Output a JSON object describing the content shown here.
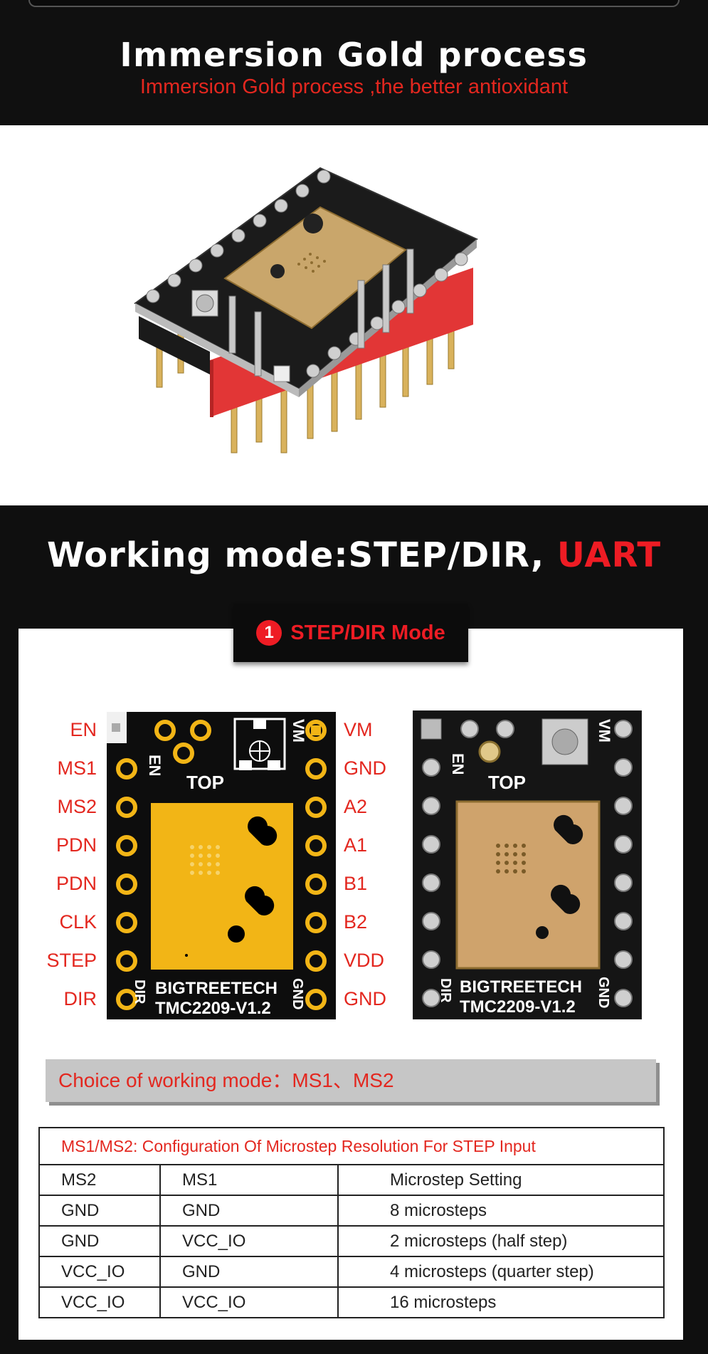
{
  "section_gold": {
    "title": "Immersion Gold process",
    "subtitle": "Immersion Gold process ,the better antioxidant"
  },
  "product_image": {
    "alt": "TMC2209 driver module"
  },
  "section_mode": {
    "title_prefix": "Working mode:STEP/DIR, ",
    "title_highlight": "UART",
    "tab_number": "1",
    "tab_label": "STEP/DIR Mode"
  },
  "diagram": {
    "left_pins": [
      "EN",
      "MS1",
      "MS2",
      "PDN",
      "PDN",
      "CLK",
      "STEP",
      "DIR"
    ],
    "right_pins": [
      "VM",
      "GND",
      "A2",
      "A1",
      "B1",
      "B2",
      "VDD",
      "GND"
    ],
    "board_brand": "BIGTREETECH",
    "board_model": "TMC2209-V1.2",
    "board_top": "TOP",
    "board_en": "EN",
    "board_vm": "VM",
    "board_dir": "DIR",
    "board_gnd": "GND"
  },
  "choice_text": "Choice of working mode：MS1、MS2",
  "table": {
    "title": "MS1/MS2: Configuration Of Microstep Resolution For STEP Input",
    "headers": [
      "MS2",
      "MS1",
      "Microstep Setting"
    ],
    "rows": [
      [
        "GND",
        "GND",
        "8 microsteps"
      ],
      [
        "GND",
        "VCC_IO",
        "2 microsteps (half step)"
      ],
      [
        "VCC_IO",
        "GND",
        "4 microsteps (quarter step)"
      ],
      [
        "VCC_IO",
        "VCC_IO",
        "16 microsteps"
      ]
    ]
  },
  "colors": {
    "accent_red": "#e3271f",
    "background": "#101010",
    "gold": "#f2b516"
  }
}
